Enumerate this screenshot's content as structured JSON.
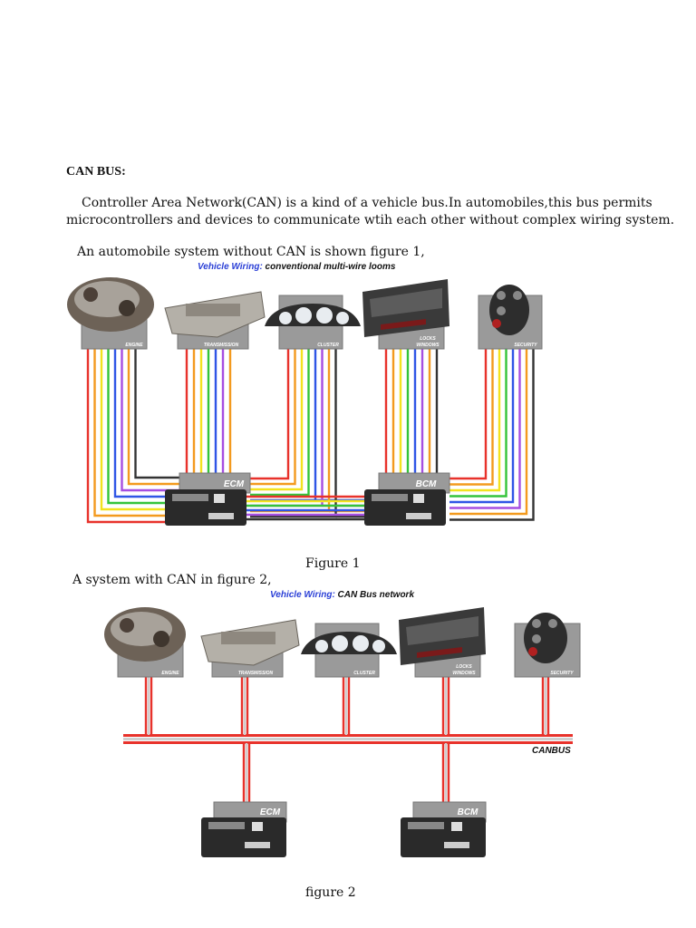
{
  "heading": "CAN BUS:",
  "paragraph_line1": "Controller Area Network(CAN) is a kind of a vehicle bus.In automobiles,this bus  permits",
  "paragraph_line2": "microcontrollers and devices to communicate wtih each other without complex wiring system.",
  "fig1_intro": "An automobile  system without CAN is shown figure 1,",
  "fig1_caption": "Figure 1",
  "fig2_intro": "A system with CAN in figure 2,",
  "fig2_caption": "figure 2",
  "figure1": {
    "title_blue": "Vehicle Wiring:",
    "title_rest": " conventional multi-wire looms",
    "modules": [
      "ENGINE",
      "TRANSMISSION",
      "CLUSTER",
      "LOCKS WINDOWS",
      "SECURITY"
    ],
    "controllers": [
      "ECM",
      "BCM"
    ]
  },
  "figure2": {
    "title_blue": "Vehicle Wiring:",
    "title_rest": " CAN Bus network",
    "modules": [
      "ENGINE",
      "TRANSMISSION",
      "CLUSTER",
      "LOCKS WINDOWS",
      "SECURITY"
    ],
    "controllers": [
      "ECM",
      "BCM"
    ],
    "bus_label": "CANBUS"
  },
  "colors": {
    "title_blue": "#2a3fd6",
    "wire_red": "#e8322b",
    "wire_orange": "#f39a1e",
    "wire_yellow": "#f3e21e",
    "wire_green": "#35c43a",
    "wire_blue": "#2f55e6",
    "wire_purple": "#a64ee0",
    "wire_black": "#333333",
    "panel_grey": "#9a9a9a"
  }
}
